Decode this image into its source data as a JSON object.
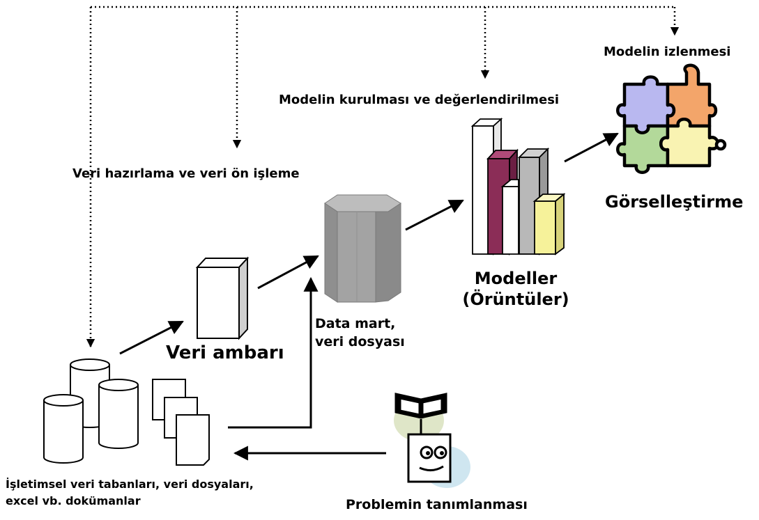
{
  "labels": {
    "monitoring": "Modelin izlenmesi",
    "model_building": "Modelin kurulması ve değerlendirilmesi",
    "data_prep": "Veri hazırlama ve veri ön işleme",
    "visualization": "Görselleştirme",
    "models_line1": "Modeller",
    "models_line2": "(Örüntüler)",
    "datamart_line1": "Data mart,",
    "datamart_line2": "veri dosyası",
    "warehouse": "Veri ambarı",
    "sources_line1": "İşletimsel veri tabanları, veri dosyaları,",
    "sources_line2": "excel vb. dokümanlar",
    "problem": "Problemin tanımlanması"
  },
  "colors": {
    "bar_maroon": "#8b2d57",
    "bar_gray": "#b8b8b8",
    "bar_yellow": "#f6f29a",
    "puzzle_blue": "#b9b8f0",
    "puzzle_orange": "#f3a56a",
    "puzzle_green": "#b3d99a",
    "puzzle_yellow": "#f9f3b2",
    "datamart_gray": "#9b9b9b"
  }
}
